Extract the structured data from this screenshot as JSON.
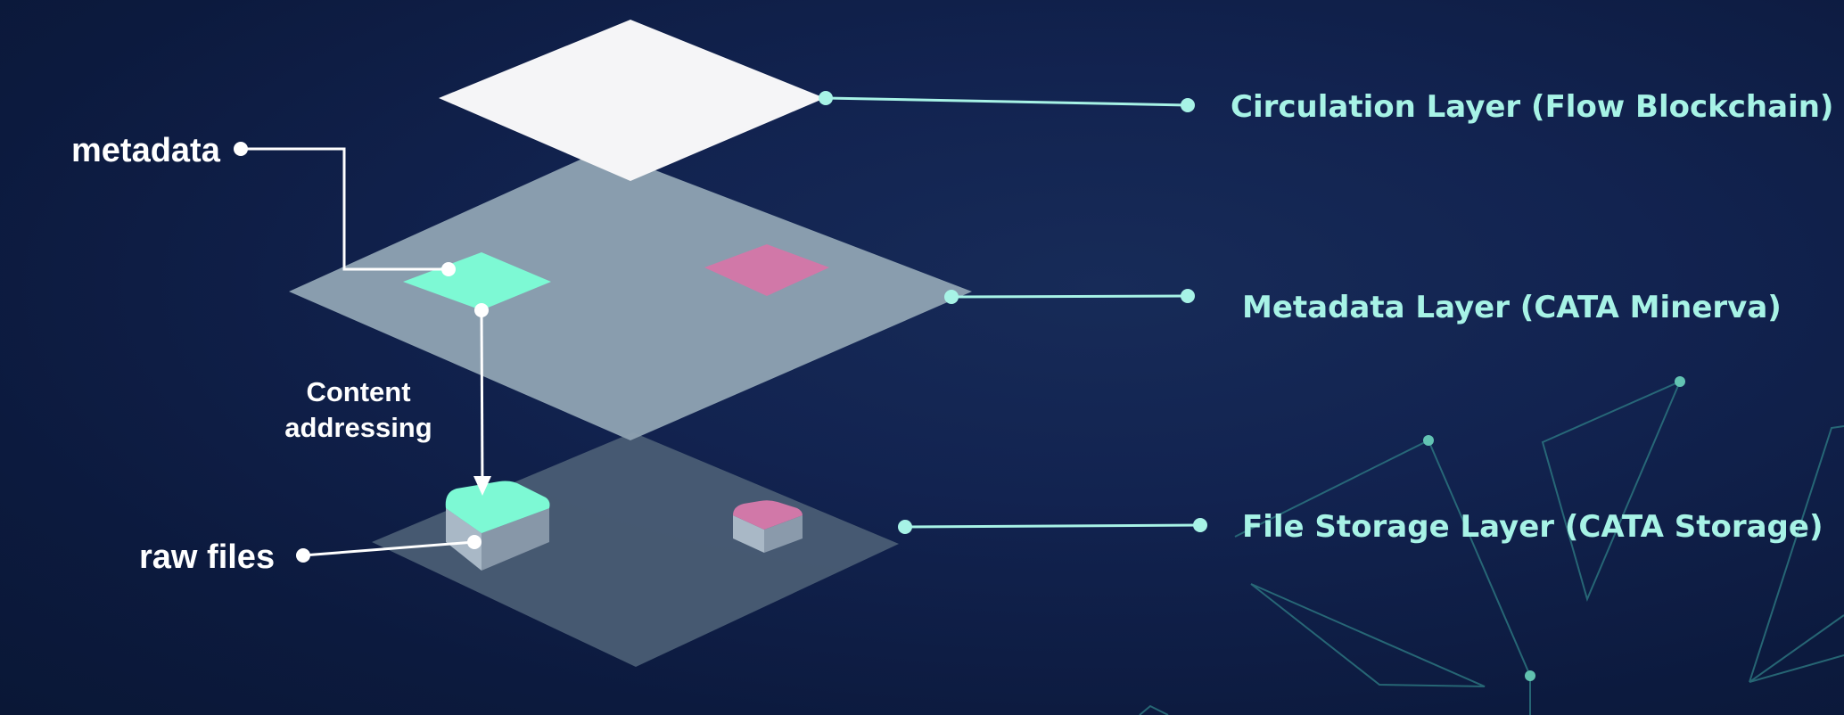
{
  "layers": {
    "circulation": "Circulation Layer (Flow Blockchain)",
    "metadata": "Metadata Layer (CATA Minerva)",
    "storage": "File Storage Layer (CATA Storage)"
  },
  "annotations": {
    "metadata": "metadata",
    "raw_files": "raw files",
    "content_addressing_line1": "Content",
    "content_addressing_line2": "addressing"
  },
  "colors": {
    "background": "#0c1a3e",
    "accent_teal": "#7df9d4",
    "accent_pink": "#d178a8",
    "label_text": "#a7f3e6",
    "top_layer": "#f5f5f7",
    "middle_layer": "#8fa2b2",
    "bottom_layer": "#4a5d74"
  }
}
